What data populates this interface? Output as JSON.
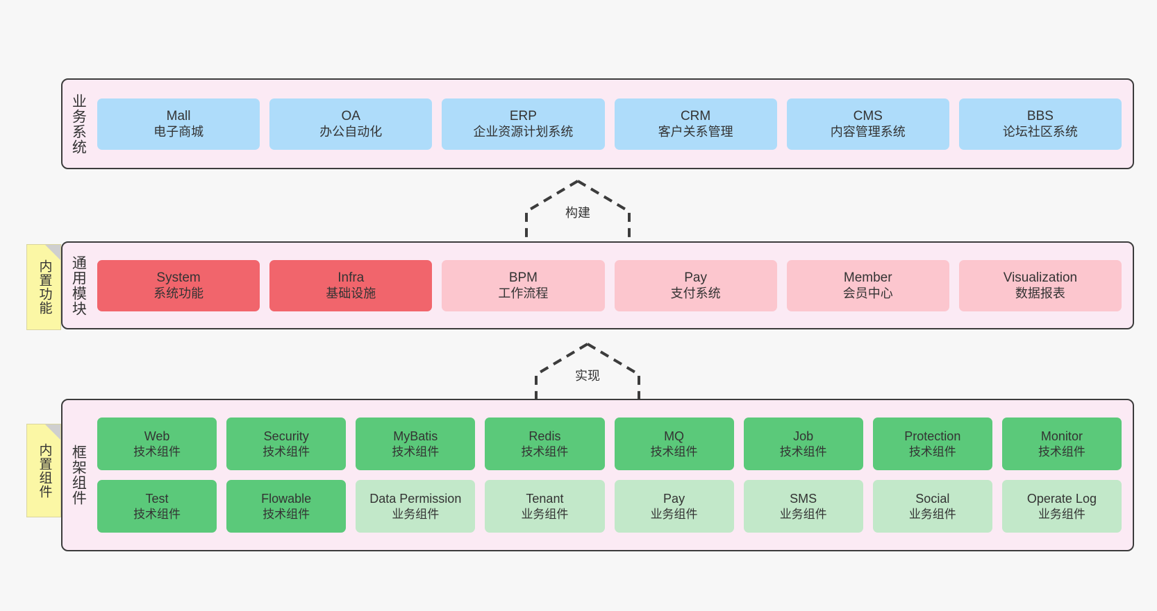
{
  "diagram": {
    "background_color": "#f7f7f7",
    "panel_fill": "#fbeaf4",
    "panel_border": "#3c3c3c"
  },
  "layers": {
    "business": {
      "title": "业务系统",
      "card_color": "#aedcfa",
      "cards": [
        {
          "en": "Mall",
          "cn": "电子商城"
        },
        {
          "en": "OA",
          "cn": "办公自动化"
        },
        {
          "en": "ERP",
          "cn": "企业资源计划系统"
        },
        {
          "en": "CRM",
          "cn": "客户关系管理"
        },
        {
          "en": "CMS",
          "cn": "内容管理系统"
        },
        {
          "en": "BBS",
          "cn": "论坛社区系统"
        }
      ]
    },
    "common": {
      "title": "通用模块",
      "card_color_strong": "#f1656c",
      "card_color_soft": "#fcc6ce",
      "cards": [
        {
          "en": "System",
          "cn": "系统功能",
          "style": "red-strong"
        },
        {
          "en": "Infra",
          "cn": "基础设施",
          "style": "red-strong"
        },
        {
          "en": "BPM",
          "cn": "工作流程",
          "style": "red-soft"
        },
        {
          "en": "Pay",
          "cn": "支付系统",
          "style": "red-soft"
        },
        {
          "en": "Member",
          "cn": "会员中心",
          "style": "red-soft"
        },
        {
          "en": "Visualization",
          "cn": "数据报表",
          "style": "red-soft"
        }
      ]
    },
    "framework": {
      "title": "框架组件",
      "card_color_strong": "#5bc97a",
      "card_color_soft": "#c2e8c9",
      "cards": [
        {
          "en": "Web",
          "cn": "技术组件",
          "style": "green-strong"
        },
        {
          "en": "Security",
          "cn": "技术组件",
          "style": "green-strong"
        },
        {
          "en": "MyBatis",
          "cn": "技术组件",
          "style": "green-strong"
        },
        {
          "en": "Redis",
          "cn": "技术组件",
          "style": "green-strong"
        },
        {
          "en": "MQ",
          "cn": "技术组件",
          "style": "green-strong"
        },
        {
          "en": "Job",
          "cn": "技术组件",
          "style": "green-strong"
        },
        {
          "en": "Protection",
          "cn": "技术组件",
          "style": "green-strong"
        },
        {
          "en": "Monitor",
          "cn": "技术组件",
          "style": "green-strong"
        },
        {
          "en": "Test",
          "cn": "技术组件",
          "style": "green-strong"
        },
        {
          "en": "Flowable",
          "cn": "技术组件",
          "style": "green-strong"
        },
        {
          "en": "Data Permission",
          "cn": "业务组件",
          "style": "green-soft"
        },
        {
          "en": "Tenant",
          "cn": "业务组件",
          "style": "green-soft"
        },
        {
          "en": "Pay",
          "cn": "业务组件",
          "style": "green-soft"
        },
        {
          "en": "SMS",
          "cn": "业务组件",
          "style": "green-soft"
        },
        {
          "en": "Social",
          "cn": "业务组件",
          "style": "green-soft"
        },
        {
          "en": "Operate Log",
          "cn": "业务组件",
          "style": "green-soft"
        }
      ]
    }
  },
  "sticky_notes": [
    {
      "label": "内置功能",
      "color": "#fbf7a5"
    },
    {
      "label": "内置组件",
      "color": "#fbf7a5"
    }
  ],
  "connectors": [
    {
      "label": "构建",
      "style": "dashed-generalization",
      "direction": "up"
    },
    {
      "label": "实现",
      "style": "dashed-generalization",
      "direction": "up"
    }
  ]
}
